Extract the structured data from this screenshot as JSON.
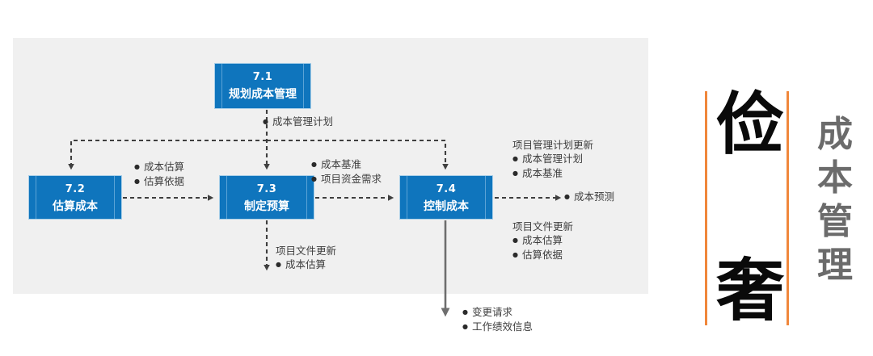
{
  "diagram": {
    "type": "process-flow",
    "title_vertical": "成本管理",
    "emblem_top": "俭",
    "emblem_bottom": "奢",
    "accent_color": "#f0873b",
    "box_color": "#0f75bd",
    "panel_color": "#f0f0f0",
    "boxes": [
      {
        "id": "7.1",
        "number": "7.1",
        "name": "规划成本管理"
      },
      {
        "id": "7.2",
        "number": "7.2",
        "name": "估算成本"
      },
      {
        "id": "7.3",
        "number": "7.3",
        "name": "制定预算"
      },
      {
        "id": "7.4",
        "number": "7.4",
        "name": "控制成本"
      }
    ],
    "annotations": {
      "cost_mgmt_plan": "成本管理计划",
      "estimate_outputs": {
        "items": [
          "成本估算",
          "估算依据"
        ]
      },
      "budget_outputs": {
        "items": [
          "成本基准",
          "项目资金需求"
        ]
      },
      "budget_doc_updates": {
        "header": "项目文件更新",
        "items": [
          "成本估算"
        ]
      },
      "pm_plan_updates": {
        "header": "项目管理计划更新",
        "items": [
          "成本管理计划",
          "成本基准"
        ]
      },
      "forecast": "成本预测",
      "doc_updates": {
        "header": "项目文件更新",
        "items": [
          "成本估算",
          "估算依据"
        ]
      },
      "control_outputs": {
        "items": [
          "变更请求",
          "工作绩效信息"
        ]
      }
    }
  }
}
